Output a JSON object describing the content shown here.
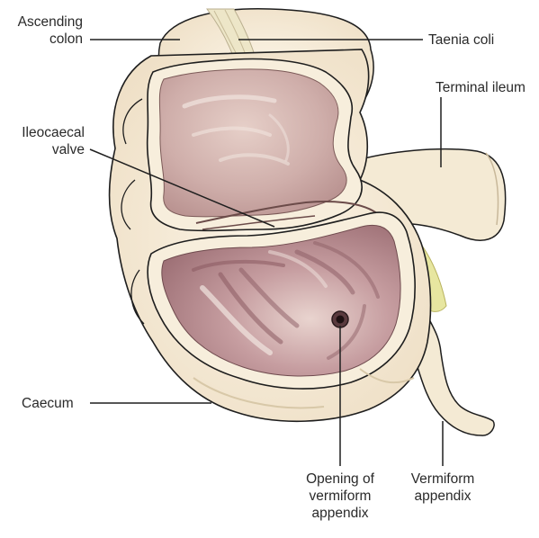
{
  "labels": {
    "ascending_colon": [
      "Ascending",
      "colon"
    ],
    "taenia_coli": "Taenia coli",
    "terminal_ileum": "Terminal ileum",
    "ileocaecal_valve": [
      "Ileocaecal",
      "valve"
    ],
    "caecum": "Caecum",
    "opening_of_vermiform_appendix": [
      "Opening of",
      "vermiform",
      "appendix"
    ],
    "vermiform_appendix": [
      "Vermiform",
      "appendix"
    ]
  },
  "colors": {
    "outer_wall": "#f6ecd8",
    "inner_mucosa": "#c9a5a2",
    "lower_mucosa_dark": "#9d6f74",
    "taenia_band": "#ede6c8",
    "appendix_mesentery": "#e7e6a0",
    "outline": "#1e1e1e"
  }
}
